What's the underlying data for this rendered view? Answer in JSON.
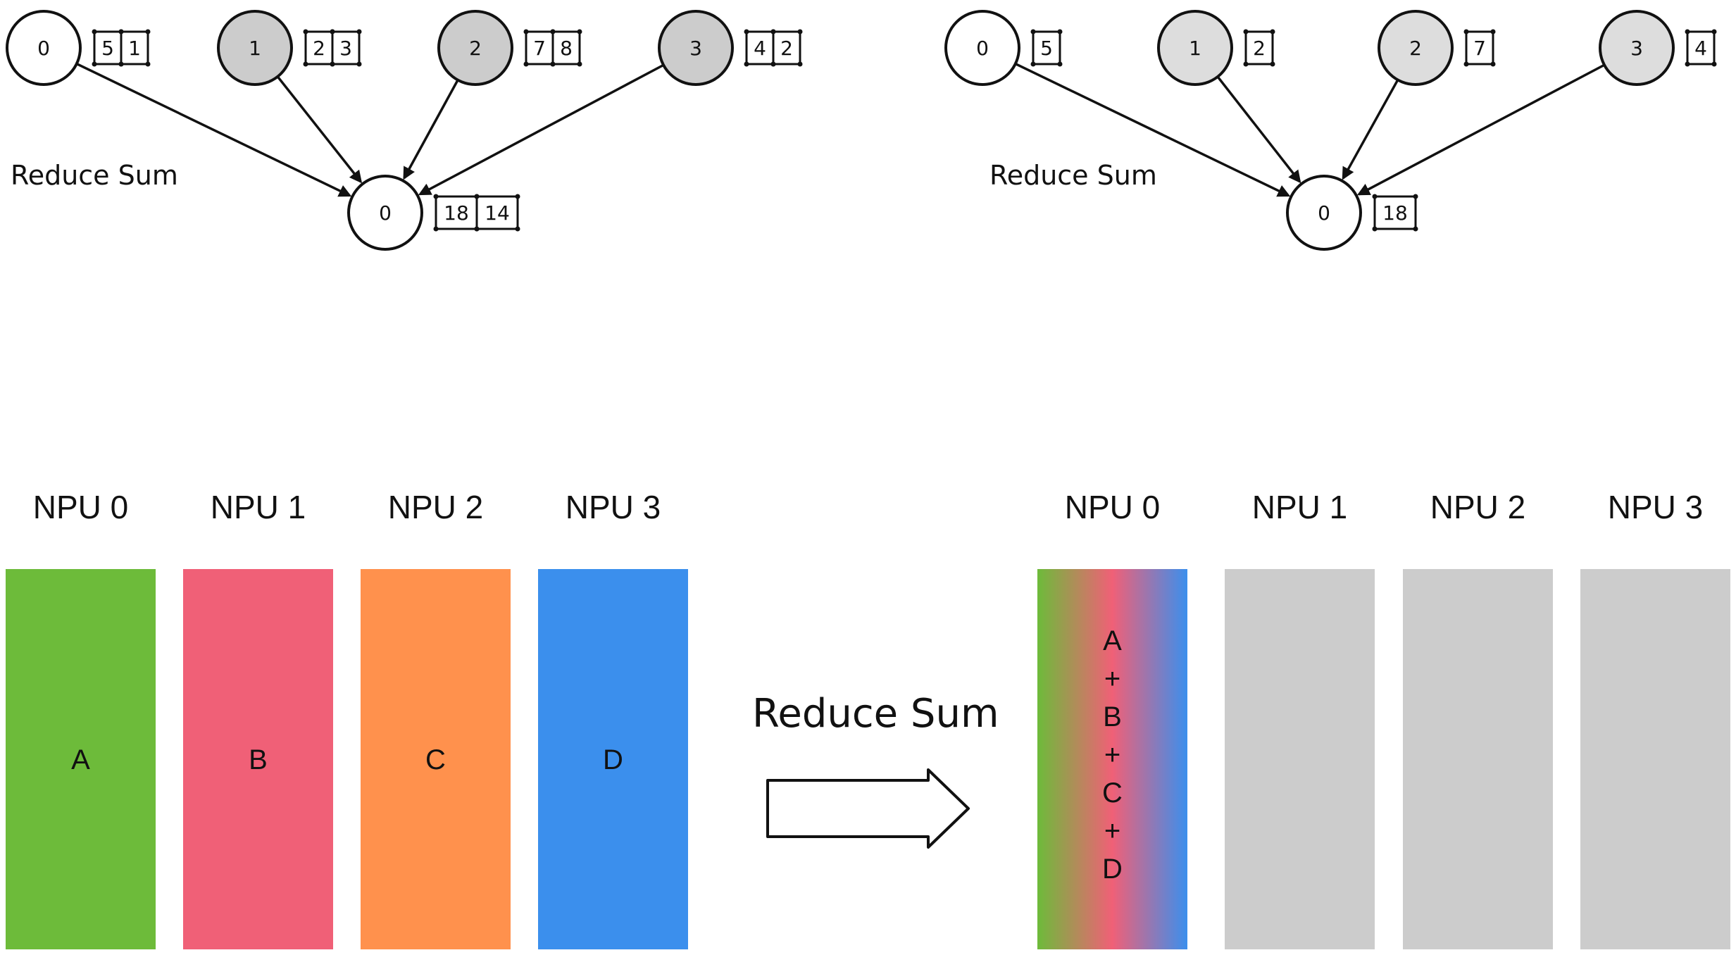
{
  "top_left": {
    "label": "Reduce Sum",
    "sources": [
      {
        "id": "0",
        "values": [
          "5",
          "1"
        ],
        "fill": "#ffffff"
      },
      {
        "id": "1",
        "values": [
          "2",
          "3"
        ],
        "fill": "#cccccc"
      },
      {
        "id": "2",
        "values": [
          "7",
          "8"
        ],
        "fill": "#cccccc"
      },
      {
        "id": "3",
        "values": [
          "4",
          "2"
        ],
        "fill": "#cccccc"
      }
    ],
    "target": {
      "id": "0",
      "values": [
        "18",
        "14"
      ],
      "fill": "#ffffff"
    }
  },
  "top_right": {
    "label": "Reduce Sum",
    "sources": [
      {
        "id": "0",
        "values": [
          "5"
        ],
        "fill": "#ffffff"
      },
      {
        "id": "1",
        "values": [
          "2"
        ],
        "fill": "#dddddd"
      },
      {
        "id": "2",
        "values": [
          "7"
        ],
        "fill": "#dddddd"
      },
      {
        "id": "3",
        "values": [
          "4"
        ],
        "fill": "#dddddd"
      }
    ],
    "target": {
      "id": "0",
      "values": [
        "18"
      ],
      "fill": "#ffffff"
    }
  },
  "bottom_left": {
    "npus": [
      {
        "label": "NPU 0",
        "block": "A",
        "color": "#6dbb3a"
      },
      {
        "label": "NPU 1",
        "block": "B",
        "color": "#f06077"
      },
      {
        "label": "NPU 2",
        "block": "C",
        "color": "#ff914d"
      },
      {
        "label": "NPU 3",
        "block": "D",
        "color": "#3b8fed"
      }
    ]
  },
  "arrow_label": "Reduce Sum",
  "bottom_right": {
    "npus": [
      {
        "label": "NPU 0",
        "block_lines": [
          "A",
          "+",
          "B",
          "+",
          "C",
          "+",
          "D"
        ],
        "gradient": [
          "#6dbb3a",
          "#f06077",
          "#3b8fed"
        ]
      },
      {
        "label": "NPU 1",
        "color": "#cccccc"
      },
      {
        "label": "NPU 2",
        "color": "#cccccc"
      },
      {
        "label": "NPU 3",
        "color": "#cccccc"
      }
    ]
  }
}
